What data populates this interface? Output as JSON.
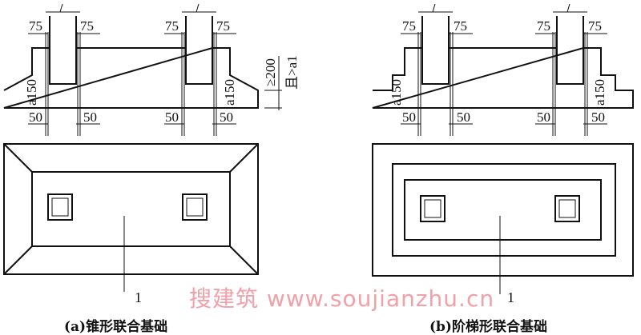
{
  "diagram_a": {
    "caption": "(a)锥形联合基础",
    "dims": {
      "top": "75",
      "bottom": "50",
      "slope": "a150",
      "height": "≥200",
      "height_note": "且>a1"
    },
    "callout": "1"
  },
  "diagram_b": {
    "caption": "(b)阶梯形联合基础",
    "dims": {
      "top": "75",
      "bottom": "50",
      "step": "a150"
    },
    "callout": "1"
  },
  "watermark": "搜建筑 www.soujianzhu.cn"
}
